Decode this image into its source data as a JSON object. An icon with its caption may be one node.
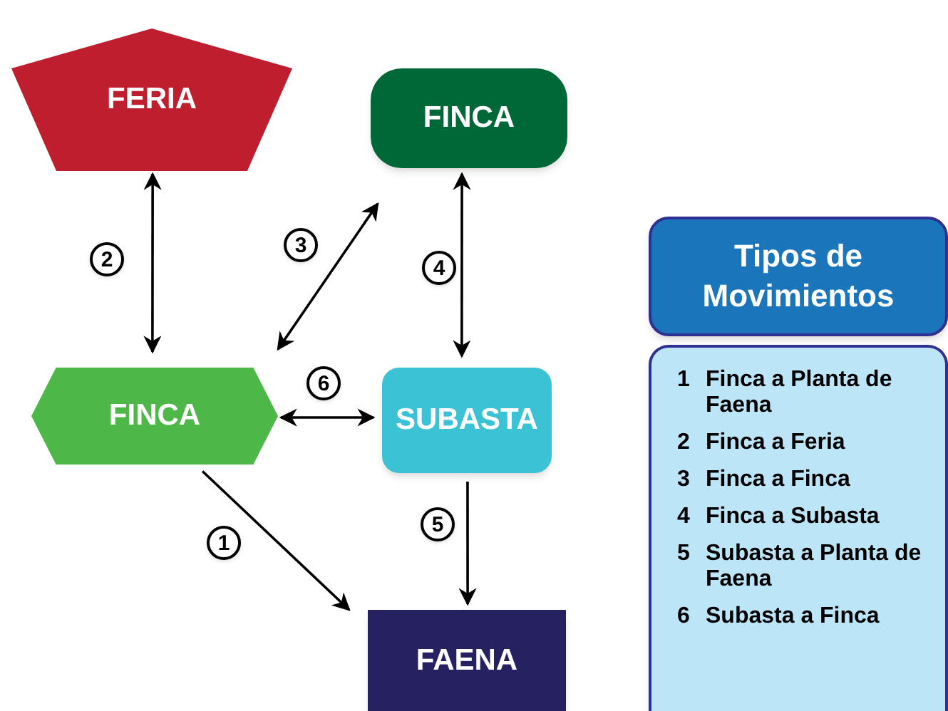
{
  "diagram": {
    "nodes": [
      {
        "text": [
          "FERIA"
        ]
      },
      {
        "text": [
          "FINCA"
        ]
      },
      {
        "text": [
          "FINCA"
        ]
      },
      {
        "text": [
          "SUBASTA"
        ]
      },
      {
        "text": [
          "FAENA"
        ]
      },
      {
        "text": [
          "Tipos de Movimientos"
        ]
      },
      {
        "text": [
          "1",
          "Finca a Planta de Faena",
          "2",
          "Finca a Feria",
          "3",
          "Finca a Finca",
          "4",
          "Finca a Subasta",
          "5",
          "Subasta a Planta de Faena",
          "6",
          "Subasta a Finca"
        ]
      }
    ],
    "edges": [
      {
        "from": 2,
        "to": 4,
        "arrow": "to",
        "label": "1"
      },
      {
        "from": 2,
        "to": 0,
        "arrow": "both",
        "label": "2"
      },
      {
        "from": 2,
        "to": 1,
        "arrow": "both",
        "label": "3"
      },
      {
        "from": 1,
        "to": 3,
        "arrow": "both",
        "label": "4"
      },
      {
        "from": 3,
        "to": 4,
        "arrow": "to",
        "label": "5"
      },
      {
        "from": 2,
        "to": 3,
        "arrow": "both",
        "label": "6"
      }
    ]
  }
}
